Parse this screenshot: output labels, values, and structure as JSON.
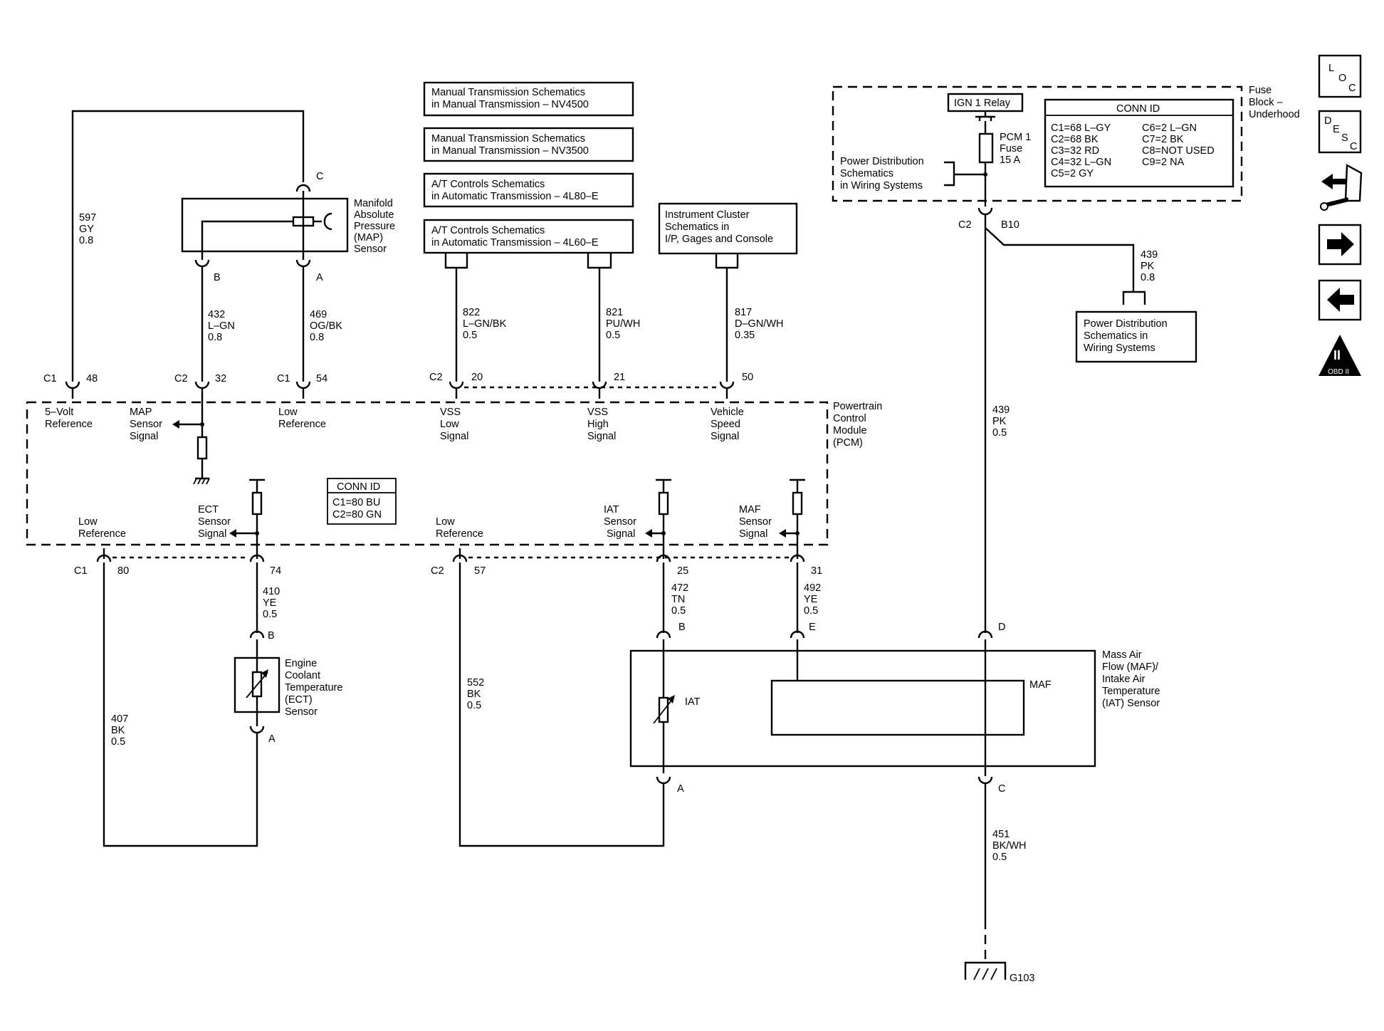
{
  "navigation": {
    "loc": {
      "l": "L",
      "o": "O",
      "c": "C"
    },
    "desc": {
      "d": "D",
      "e": "E",
      "s": "S",
      "c": "C"
    },
    "obd_label": "OBD II",
    "obd_roman": "II"
  },
  "ref_boxes": {
    "manual_nv4500": [
      "Manual Transmission Schematics",
      "in Manual Transmission – NV4500"
    ],
    "manual_nv3500": [
      "Manual Transmission Schematics",
      "in Manual Transmission – NV3500"
    ],
    "at_4l80": [
      "A/T Controls Schematics",
      "in Automatic Transmission – 4L80–E"
    ],
    "at_4l60": [
      "A/T Controls Schematics",
      "in Automatic Transmission – 4L60–E"
    ],
    "instrument": [
      "Instrument Cluster",
      "Schematics in",
      "I/P, Gages and Console"
    ],
    "power_dist_right": [
      "Power Distribution",
      "Schematics in",
      "Wiring Systems"
    ],
    "power_dist_fuse": [
      "Power Distribution",
      "Schematics",
      "in Wiring Systems"
    ]
  },
  "fuse_block": {
    "label": [
      "Fuse",
      "Block –",
      "Underhood"
    ],
    "relay": "IGN 1 Relay",
    "fuse": [
      "PCM 1",
      "Fuse",
      "15 A"
    ],
    "conn_id_title": "CONN ID",
    "conn_left": [
      "C1=68 L–GY",
      "C2=68 BK",
      "C3=32 RD",
      "C4=32 L–GN",
      "C5=2 GY"
    ],
    "conn_right": [
      "C6=2 L–GN",
      "C7=2 BK",
      "C8=NOT USED",
      "C9=2 NA"
    ],
    "c2": "C2",
    "b10": "B10"
  },
  "map_sensor": {
    "label": [
      "Manifold",
      "Absolute",
      "Pressure",
      "(MAP)",
      "Sensor"
    ],
    "pins": {
      "c": "C",
      "b": "B",
      "a": "A"
    }
  },
  "pcm": {
    "label": [
      "Powertrain",
      "Control",
      "Module",
      "(PCM)"
    ],
    "conn_id_title": "CONN ID",
    "conn_id": [
      "C1=80 BU",
      "C2=80 GN"
    ],
    "top_signals": {
      "five_volt": [
        "5–Volt",
        "Reference"
      ],
      "map_signal": [
        "MAP",
        "Sensor",
        "Signal"
      ],
      "low_ref": [
        "Low",
        "Reference"
      ],
      "vss_low": [
        "VSS",
        "Low",
        "Signal"
      ],
      "vss_high": [
        "VSS",
        "High",
        "Signal"
      ],
      "vehicle_speed": [
        "Vehicle",
        "Speed",
        "Signal"
      ]
    },
    "bottom_signals": {
      "low_ref_1": [
        "Low",
        "Reference"
      ],
      "ect": [
        "ECT",
        "Sensor",
        "Signal"
      ],
      "low_ref_2": [
        "Low",
        "Reference"
      ],
      "iat": [
        "IAT",
        "Sensor",
        "Signal"
      ],
      "maf": [
        "MAF",
        "Sensor",
        "Signal"
      ]
    },
    "top_pins": [
      {
        "conn": "C1",
        "pin": "48"
      },
      {
        "conn": "C2",
        "pin": "32"
      },
      {
        "conn": "C1",
        "pin": "54"
      },
      {
        "conn": "C2",
        "pin": "20"
      },
      {
        "conn": "",
        "pin": "21"
      },
      {
        "conn": "",
        "pin": "50"
      }
    ],
    "bottom_pins": [
      {
        "conn": "C1",
        "pin": "80"
      },
      {
        "conn": "",
        "pin": "74"
      },
      {
        "conn": "C2",
        "pin": "57"
      },
      {
        "conn": "",
        "pin": "25"
      },
      {
        "conn": "",
        "pin": "31"
      }
    ]
  },
  "wires": {
    "w597": [
      "597",
      "GY",
      "0.8"
    ],
    "w432": [
      "432",
      "L–GN",
      "0.8"
    ],
    "w469": [
      "469",
      "OG/BK",
      "0.8"
    ],
    "w822": [
      "822",
      "L–GN/BK",
      "0.5"
    ],
    "w821": [
      "821",
      "PU/WH",
      "0.5"
    ],
    "w817": [
      "817",
      "D–GN/WH",
      "0.35"
    ],
    "w439a": [
      "439",
      "PK",
      "0.8"
    ],
    "w439b": [
      "439",
      "PK",
      "0.5"
    ],
    "w410": [
      "410",
      "YE",
      "0.5"
    ],
    "w472": [
      "472",
      "TN",
      "0.5"
    ],
    "w492": [
      "492",
      "YE",
      "0.5"
    ],
    "w407": [
      "407",
      "BK",
      "0.5"
    ],
    "w552": [
      "552",
      "BK",
      "0.5"
    ],
    "w451": [
      "451",
      "BK/WH",
      "0.5"
    ]
  },
  "ect_sensor": {
    "label": [
      "Engine",
      "Coolant",
      "Temperature",
      "(ECT)",
      "Sensor"
    ],
    "pin_b": "B",
    "pin_a": "A"
  },
  "maf_sensor": {
    "label": [
      "Mass Air",
      "Flow (MAF)/",
      "Intake Air",
      "Temperature",
      "(IAT) Sensor"
    ],
    "maf": "MAF",
    "iat": "IAT",
    "pins": {
      "b": "B",
      "e": "E",
      "d": "D",
      "a": "A",
      "c": "C"
    }
  },
  "ground": "G103"
}
